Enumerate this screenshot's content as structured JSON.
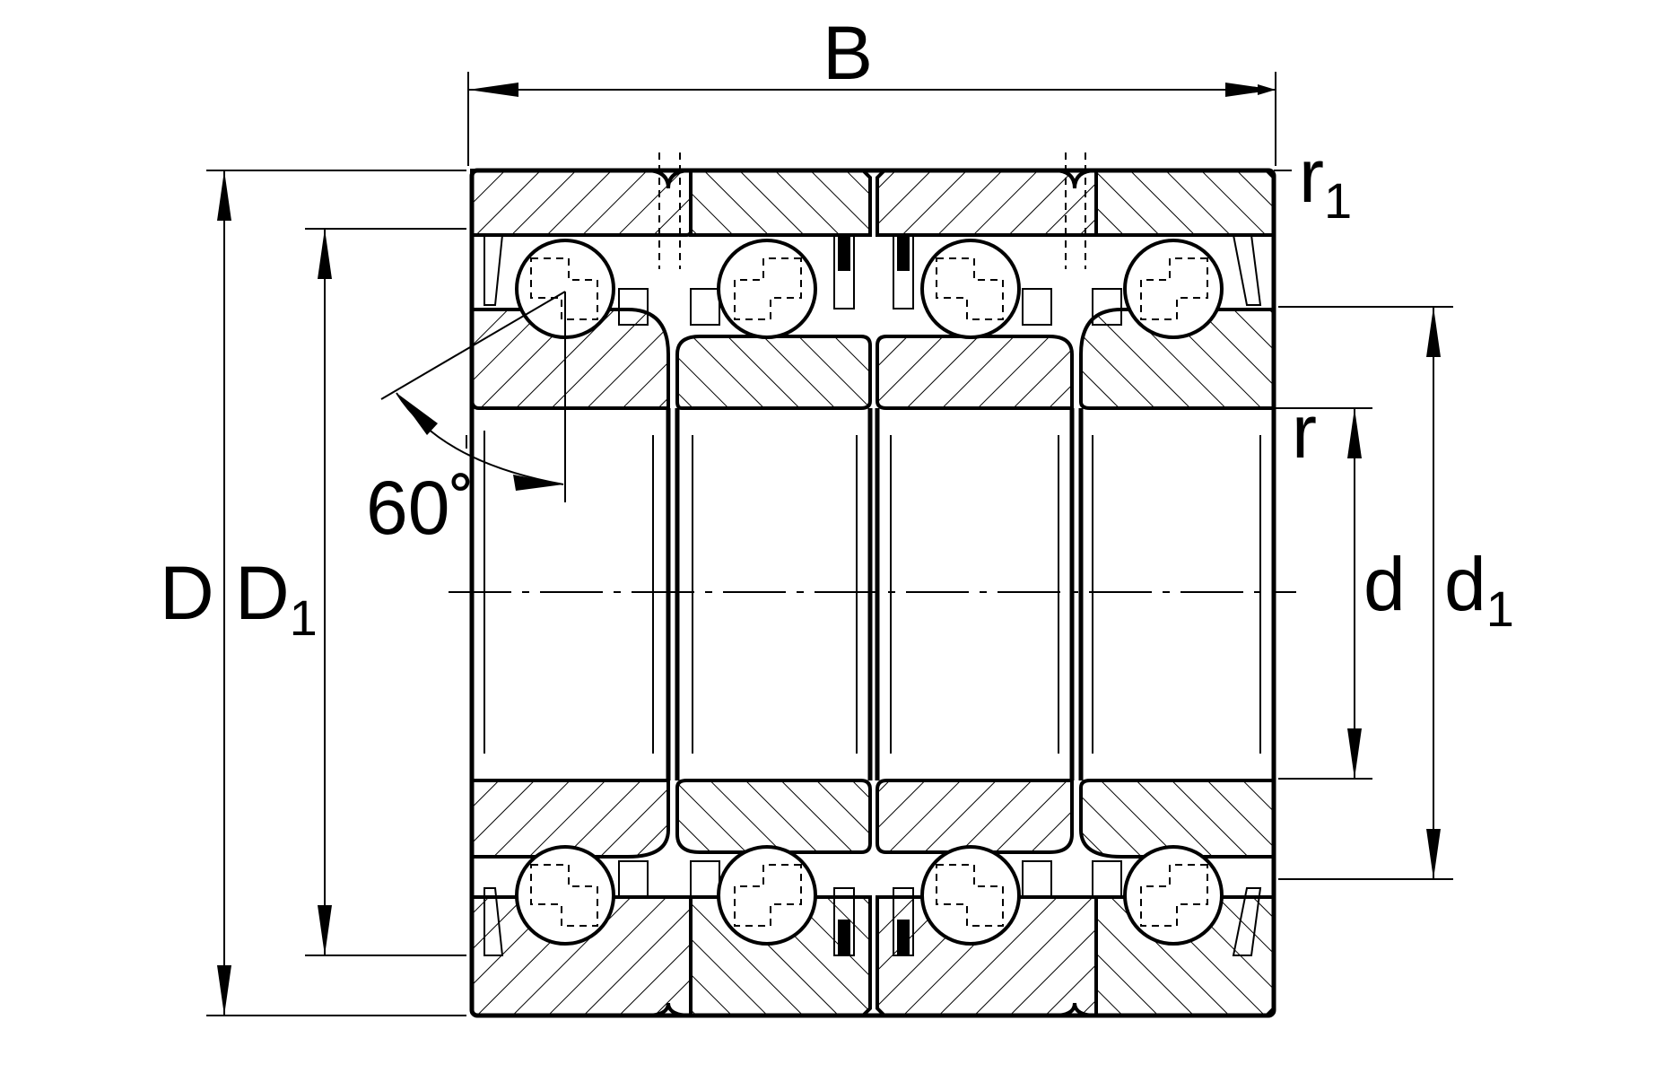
{
  "diagram": {
    "labels": {
      "B": "B",
      "r1": "r",
      "r1_sub": "1",
      "r": "r",
      "D": "D",
      "D1": "D",
      "D1_sub": "1",
      "d": "d",
      "d1": "d",
      "d1_sub": "1",
      "angle": "60˚"
    }
  }
}
